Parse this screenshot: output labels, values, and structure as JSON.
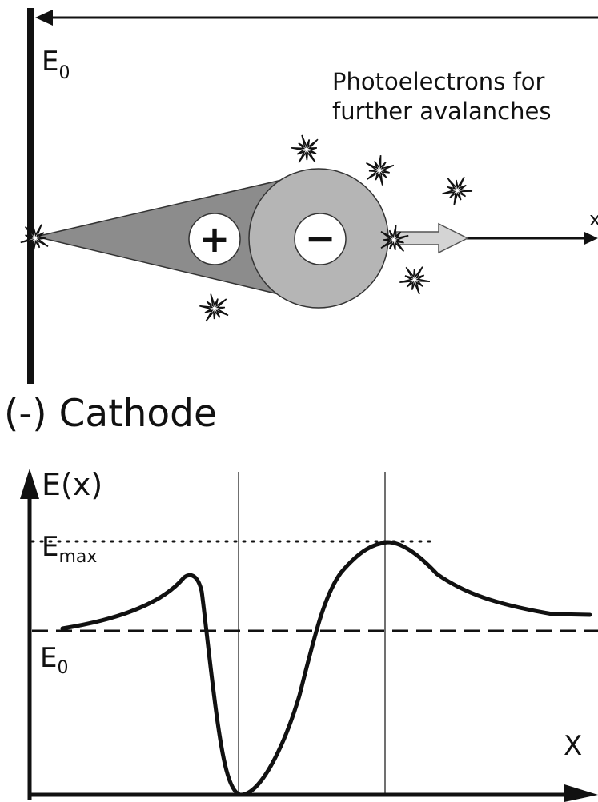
{
  "top_panel": {
    "field_label_base": "E",
    "field_label_sub": "0",
    "photoelectron_line1": "Photoelectrons for",
    "photoelectron_line2": "further avalanches",
    "axis_label": "x",
    "positive_charge": "+",
    "negative_charge": "−",
    "cathode_label": "(-) Cathode"
  },
  "bottom_panel": {
    "y_axis_label": "E(x)",
    "x_axis_label": "X",
    "emax_base": "E",
    "emax_sub": "max",
    "e0_base": "E",
    "e0_sub": "0"
  }
}
